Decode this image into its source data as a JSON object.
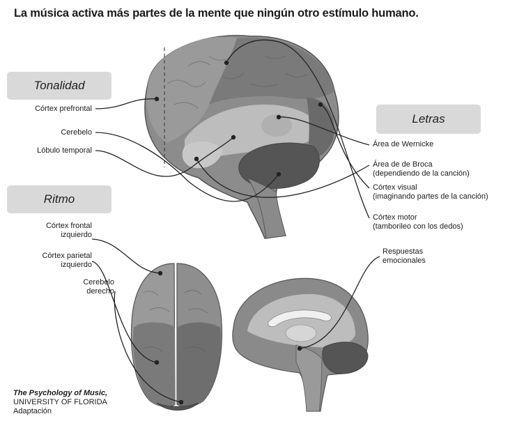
{
  "title": "La música activa más partes de la mente que ningún otro estímulo humano.",
  "categories": {
    "tonalidad": "Tonalidad",
    "ritmo": "Ritmo",
    "letras": "Letras"
  },
  "labels": {
    "cortex_prefrontal": "Córtex prefrontal",
    "cerebelo": "Cerebelo",
    "lobulo_temporal": "Lóbulo temporal",
    "area_wernicke": "Área de Wernicke",
    "area_broca_1": "Área de de Broca",
    "area_broca_2": "(dependiendo de la canción)",
    "cortex_visual_1": "Córtex visual",
    "cortex_visual_2": "(imaginando partes de la canción)",
    "cortex_motor_1": "Córtex motor",
    "cortex_motor_2": "(tamborileo con los dedos)",
    "cortex_frontal_izq_1": "Córtex frontal",
    "cortex_frontal_izq_2": "izquierdo",
    "cortex_parietal_izq_1": "Córtex parietal",
    "cortex_parietal_izq_2": "izquierdo",
    "cerebelo_der_1": "Cerebelo",
    "cerebelo_der_2": "derecho",
    "respuestas_1": "Respuestas",
    "respuestas_2": "emocionales"
  },
  "source": {
    "title": "The Psychology of Music,",
    "org": "UNIVERSITY OF FLORIDA",
    "note": "Adaptación"
  },
  "colors": {
    "brain_dark": "#6e6e6e",
    "brain_mid": "#9a9a9a",
    "brain_light": "#bdbdbd",
    "brain_pale": "#d2d2d2",
    "cerebellum": "#5a5a5a",
    "category_box": "#d9d9d9",
    "line": "#222222"
  }
}
